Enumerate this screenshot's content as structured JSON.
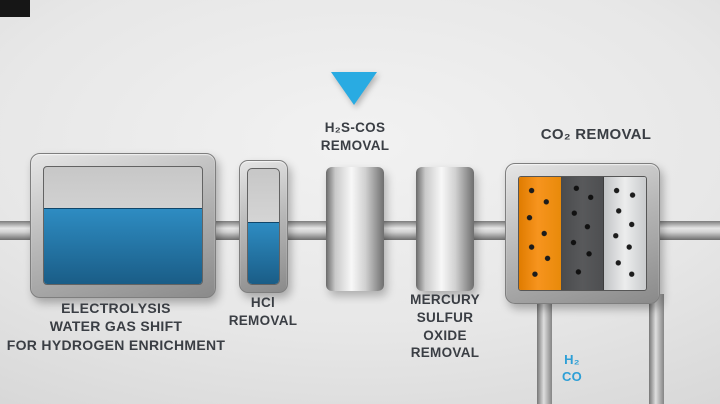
{
  "stages": {
    "electrolysis": {
      "lines": [
        "ELECTROLYSIS",
        "WATER GAS SHIFT",
        "FOR HYDROGEN ENRICHMENT"
      ]
    },
    "hcl": {
      "lines": [
        "HCl",
        "REMOVAL"
      ]
    },
    "h2s_cos": {
      "lines": [
        "H₂S-COS",
        "REMOVAL"
      ]
    },
    "mercury": {
      "lines": [
        "MERCURY",
        "SULFUR OXIDE",
        "REMOVAL"
      ]
    },
    "co2": {
      "label": "CO₂ REMOVAL"
    },
    "output": {
      "lines": [
        "H₂",
        "CO"
      ]
    }
  },
  "icons": {
    "marker": "down-triangle-icon"
  },
  "colors": {
    "liquid_blue_top": "#2e8cc2",
    "liquid_blue_bottom": "#1a5d87",
    "marker_cyan": "#29abe2",
    "panel_orange": "#f7941e",
    "panel_dark_gray": "#58595b",
    "panel_light_gray": "#eceded",
    "text_dark": "#3a3e44",
    "output_text_blue": "#2d9fd6"
  }
}
